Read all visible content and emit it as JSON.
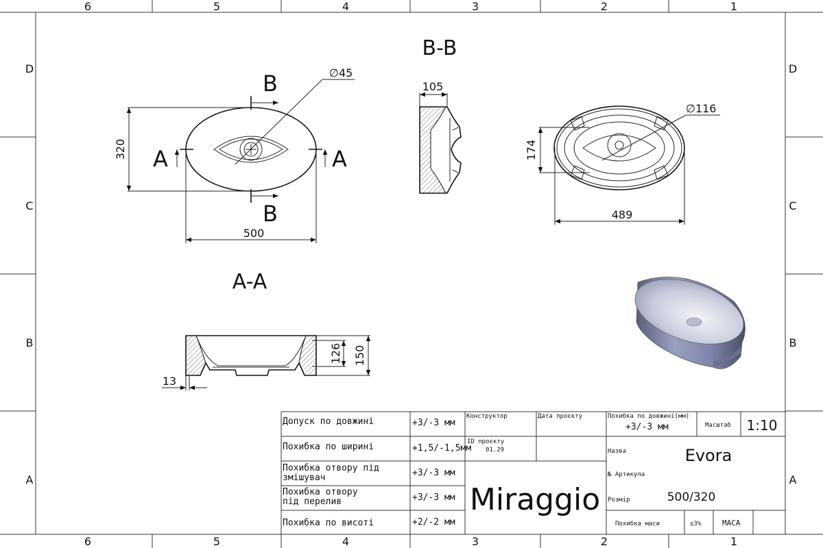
{
  "frame": {
    "col_labels": [
      "6",
      "5",
      "4",
      "3",
      "2",
      "1"
    ],
    "row_labels": [
      "D",
      "C",
      "B",
      "A"
    ]
  },
  "views": {
    "section_bb_title": "B-B",
    "section_aa_title": "A-A",
    "cut_letter_b": "B",
    "cut_letter_a": "A"
  },
  "dimensions": {
    "top_length": "500",
    "top_width": "320",
    "drain_hole": "∅45",
    "bb_depth": "105",
    "bottom_length": "489",
    "bottom_width": "174",
    "bottom_outlet": "∅116",
    "aa_inner_height": "126",
    "aa_total_height": "150",
    "aa_wall": "13"
  },
  "title_block": {
    "tolerances": [
      {
        "label": "Допуск по довжині",
        "value": "+3/-3 мм"
      },
      {
        "label": "Похибка по ширині",
        "value": "+1,5/-1,5мм"
      },
      {
        "label_line1": "Похибка отвору під",
        "label_line2": "змішувач",
        "value": "+3/-3 мм"
      },
      {
        "label_line1": "Похибка отвору",
        "label_line2": "під перелив",
        "value": "+3/-3 мм"
      },
      {
        "label": "Похибка по висоті",
        "value": "+2/-2 мм"
      }
    ],
    "designer_label": "Конструктор",
    "date_label": "Дата проєкту",
    "project_id_label": "ID проєкту",
    "project_id_value": "01.29",
    "brand": "Miraggio",
    "length_tol_label": "Похибка по довжині(мм)",
    "length_tol_value": "+3/-3 мм",
    "scale_label": "Масштаб",
    "scale_value": "1:10",
    "name_label": "Назва",
    "name_value": "Evora",
    "article_label": "№ Артикула",
    "size_label": "Розмір",
    "size_value": "500/320",
    "mass_tol_label": "Похибка маси",
    "mass_tol_value": "±3%",
    "mass_label": "МАСА"
  }
}
